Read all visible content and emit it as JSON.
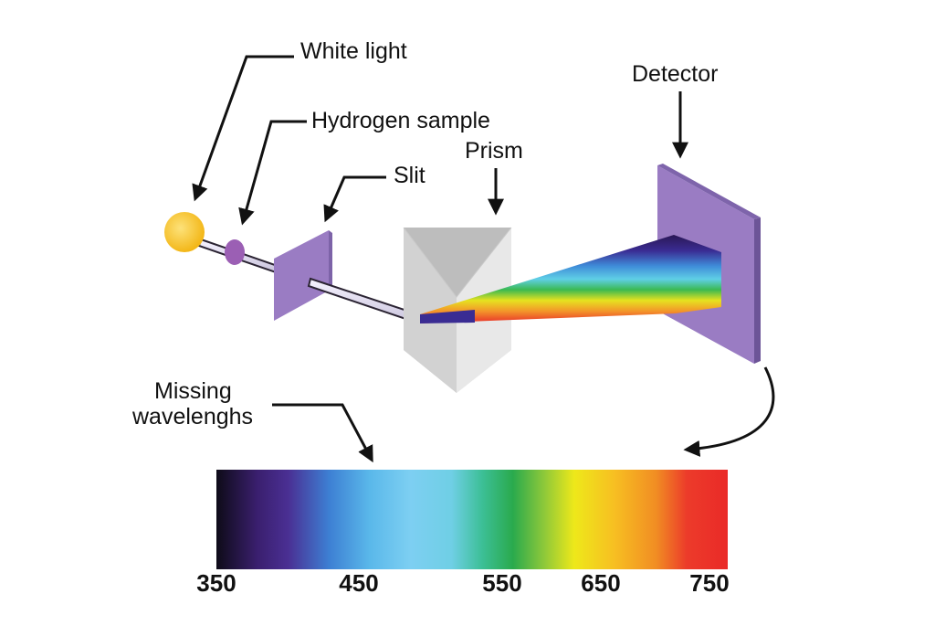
{
  "labels": {
    "white_light": "White light",
    "hydrogen_sample": "Hydrogen sample",
    "slit": "Slit",
    "prism": "Prism",
    "detector": "Detector",
    "missing_line1": "Missing",
    "missing_line2": "wavelenghs"
  },
  "spectrum": {
    "ticks": [
      "350",
      "450",
      "550",
      "650",
      "750"
    ]
  },
  "colors": {
    "bulb": "#f6c531",
    "sample": "#9b5fb4",
    "slit_plate": "#9a7cc3",
    "detector_plate": "#9a7cc3",
    "prism": "#e1e1e1",
    "arrow": "#111111"
  }
}
